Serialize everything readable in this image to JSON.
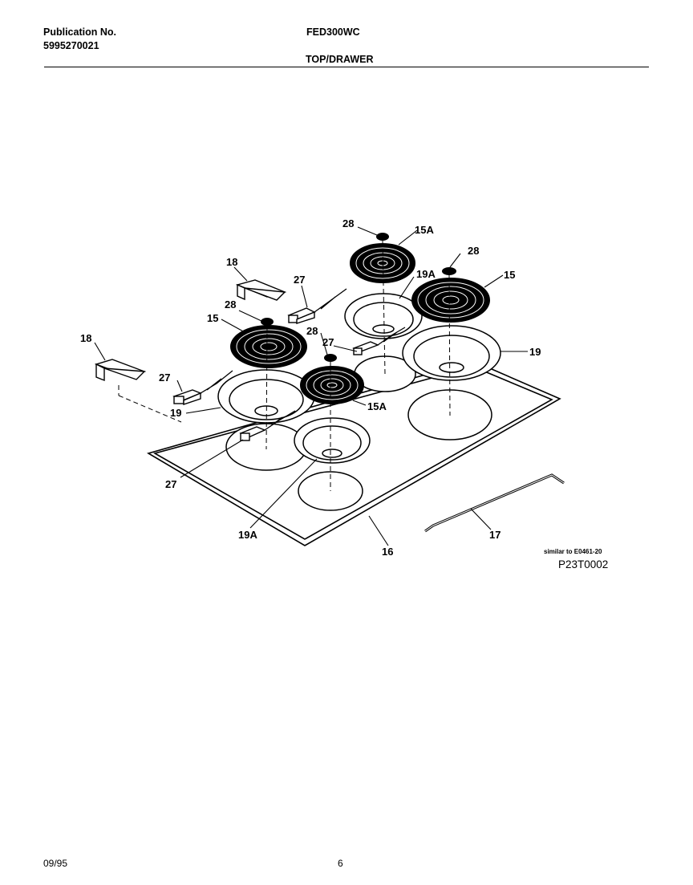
{
  "header": {
    "publication_label": "Publication No.",
    "publication_number": "5995270021",
    "model": "FED300WC",
    "section": "TOP/DRAWER"
  },
  "callouts": {
    "c28_top": "28",
    "c15a_top": "15A",
    "c18_top": "18",
    "c27_top": "27",
    "c28_right": "28",
    "c19a_top": "19A",
    "c15_right": "15",
    "c28_left": "28",
    "c15_left": "15",
    "c27_mid": "27",
    "c28_mid": "28",
    "c18_left": "18",
    "c19_right": "19",
    "c27_left": "27",
    "c15a_front": "15A",
    "c19_left": "19",
    "c27_bottom": "27",
    "c19a_bottom": "19A",
    "c16": "16",
    "c17": "17"
  },
  "note": {
    "similar": "similar to E0461-20",
    "code": "P23T0002"
  },
  "footer": {
    "date": "09/95",
    "page": "6"
  }
}
